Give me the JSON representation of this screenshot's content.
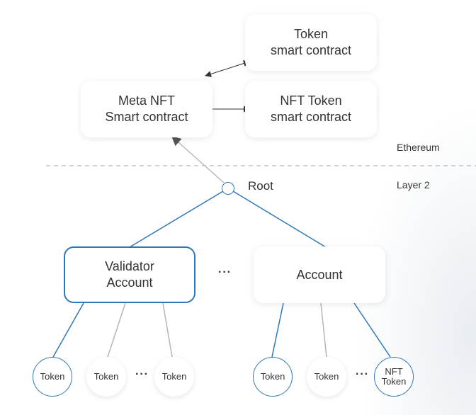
{
  "colors": {
    "blue_edge": "#2f78b7",
    "gray_edge": "#b5b5b5",
    "arrow": "#333333",
    "divider": "#aaaaaa"
  },
  "ethereum": {
    "region_label": "Ethereum",
    "token_contract": {
      "line1": "Token",
      "line2": "smart contract"
    },
    "meta_nft_contract": {
      "line1": "Meta NFT",
      "line2": "Smart contract"
    },
    "nft_token_contract": {
      "line1": "NFT Token",
      "line2": "smart contract"
    }
  },
  "layer2": {
    "region_label": "Layer 2",
    "root_label": "Root",
    "validator_account": {
      "line1": "Validator",
      "line2": "Account"
    },
    "account": {
      "line1": "Account"
    },
    "ellipsis": "···",
    "validator_tokens": [
      "Token",
      "Token",
      "Token"
    ],
    "account_tokens": [
      "Token",
      "Token"
    ],
    "nft_token": {
      "line1": "NFT",
      "line2": "Token"
    }
  }
}
